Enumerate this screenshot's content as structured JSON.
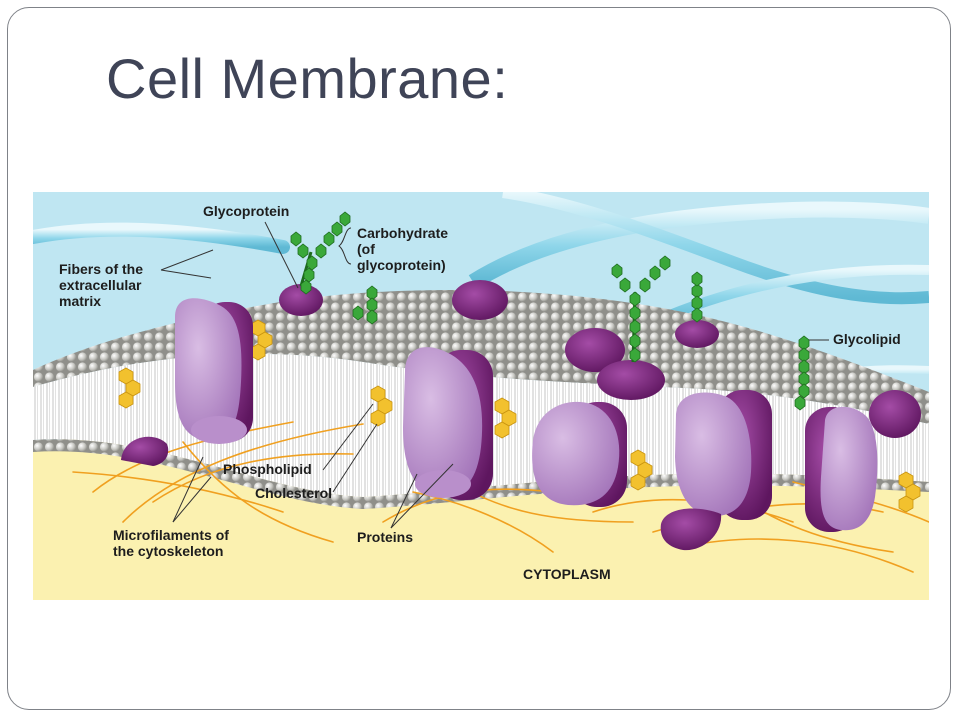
{
  "slide": {
    "title": "Cell Membrane:"
  },
  "diagram": {
    "labels": {
      "glycoprotein": "Glycoprotein",
      "carbohydrate_line1": "Carbohydrate",
      "carbohydrate_line2": "(of",
      "carbohydrate_line3": "glycoprotein)",
      "fibers_line1": "Fibers of the",
      "fibers_line2": "extracellular",
      "fibers_line3": "matrix",
      "glycolipid": "Glycolipid",
      "phospholipid": "Phospholipid",
      "cholesterol": "Cholesterol",
      "microfilaments_line1": "Microfilaments of",
      "microfilaments_line2": "the cytoskeleton",
      "proteins": "Proteins",
      "cytoplasm": "CYTOPLASM"
    },
    "colors": {
      "extracellular": "#bfe6f2",
      "cytoplasm": "#fbf1b0",
      "fiber": "#7fd0e6",
      "protein_light": "#b98fcb",
      "protein_dark": "#6b1f6b",
      "carbohydrate": "#3aa83a",
      "head": "#c9c9c4",
      "cholesterol": "#f2c12e",
      "microfilament": "#f0a020"
    }
  }
}
